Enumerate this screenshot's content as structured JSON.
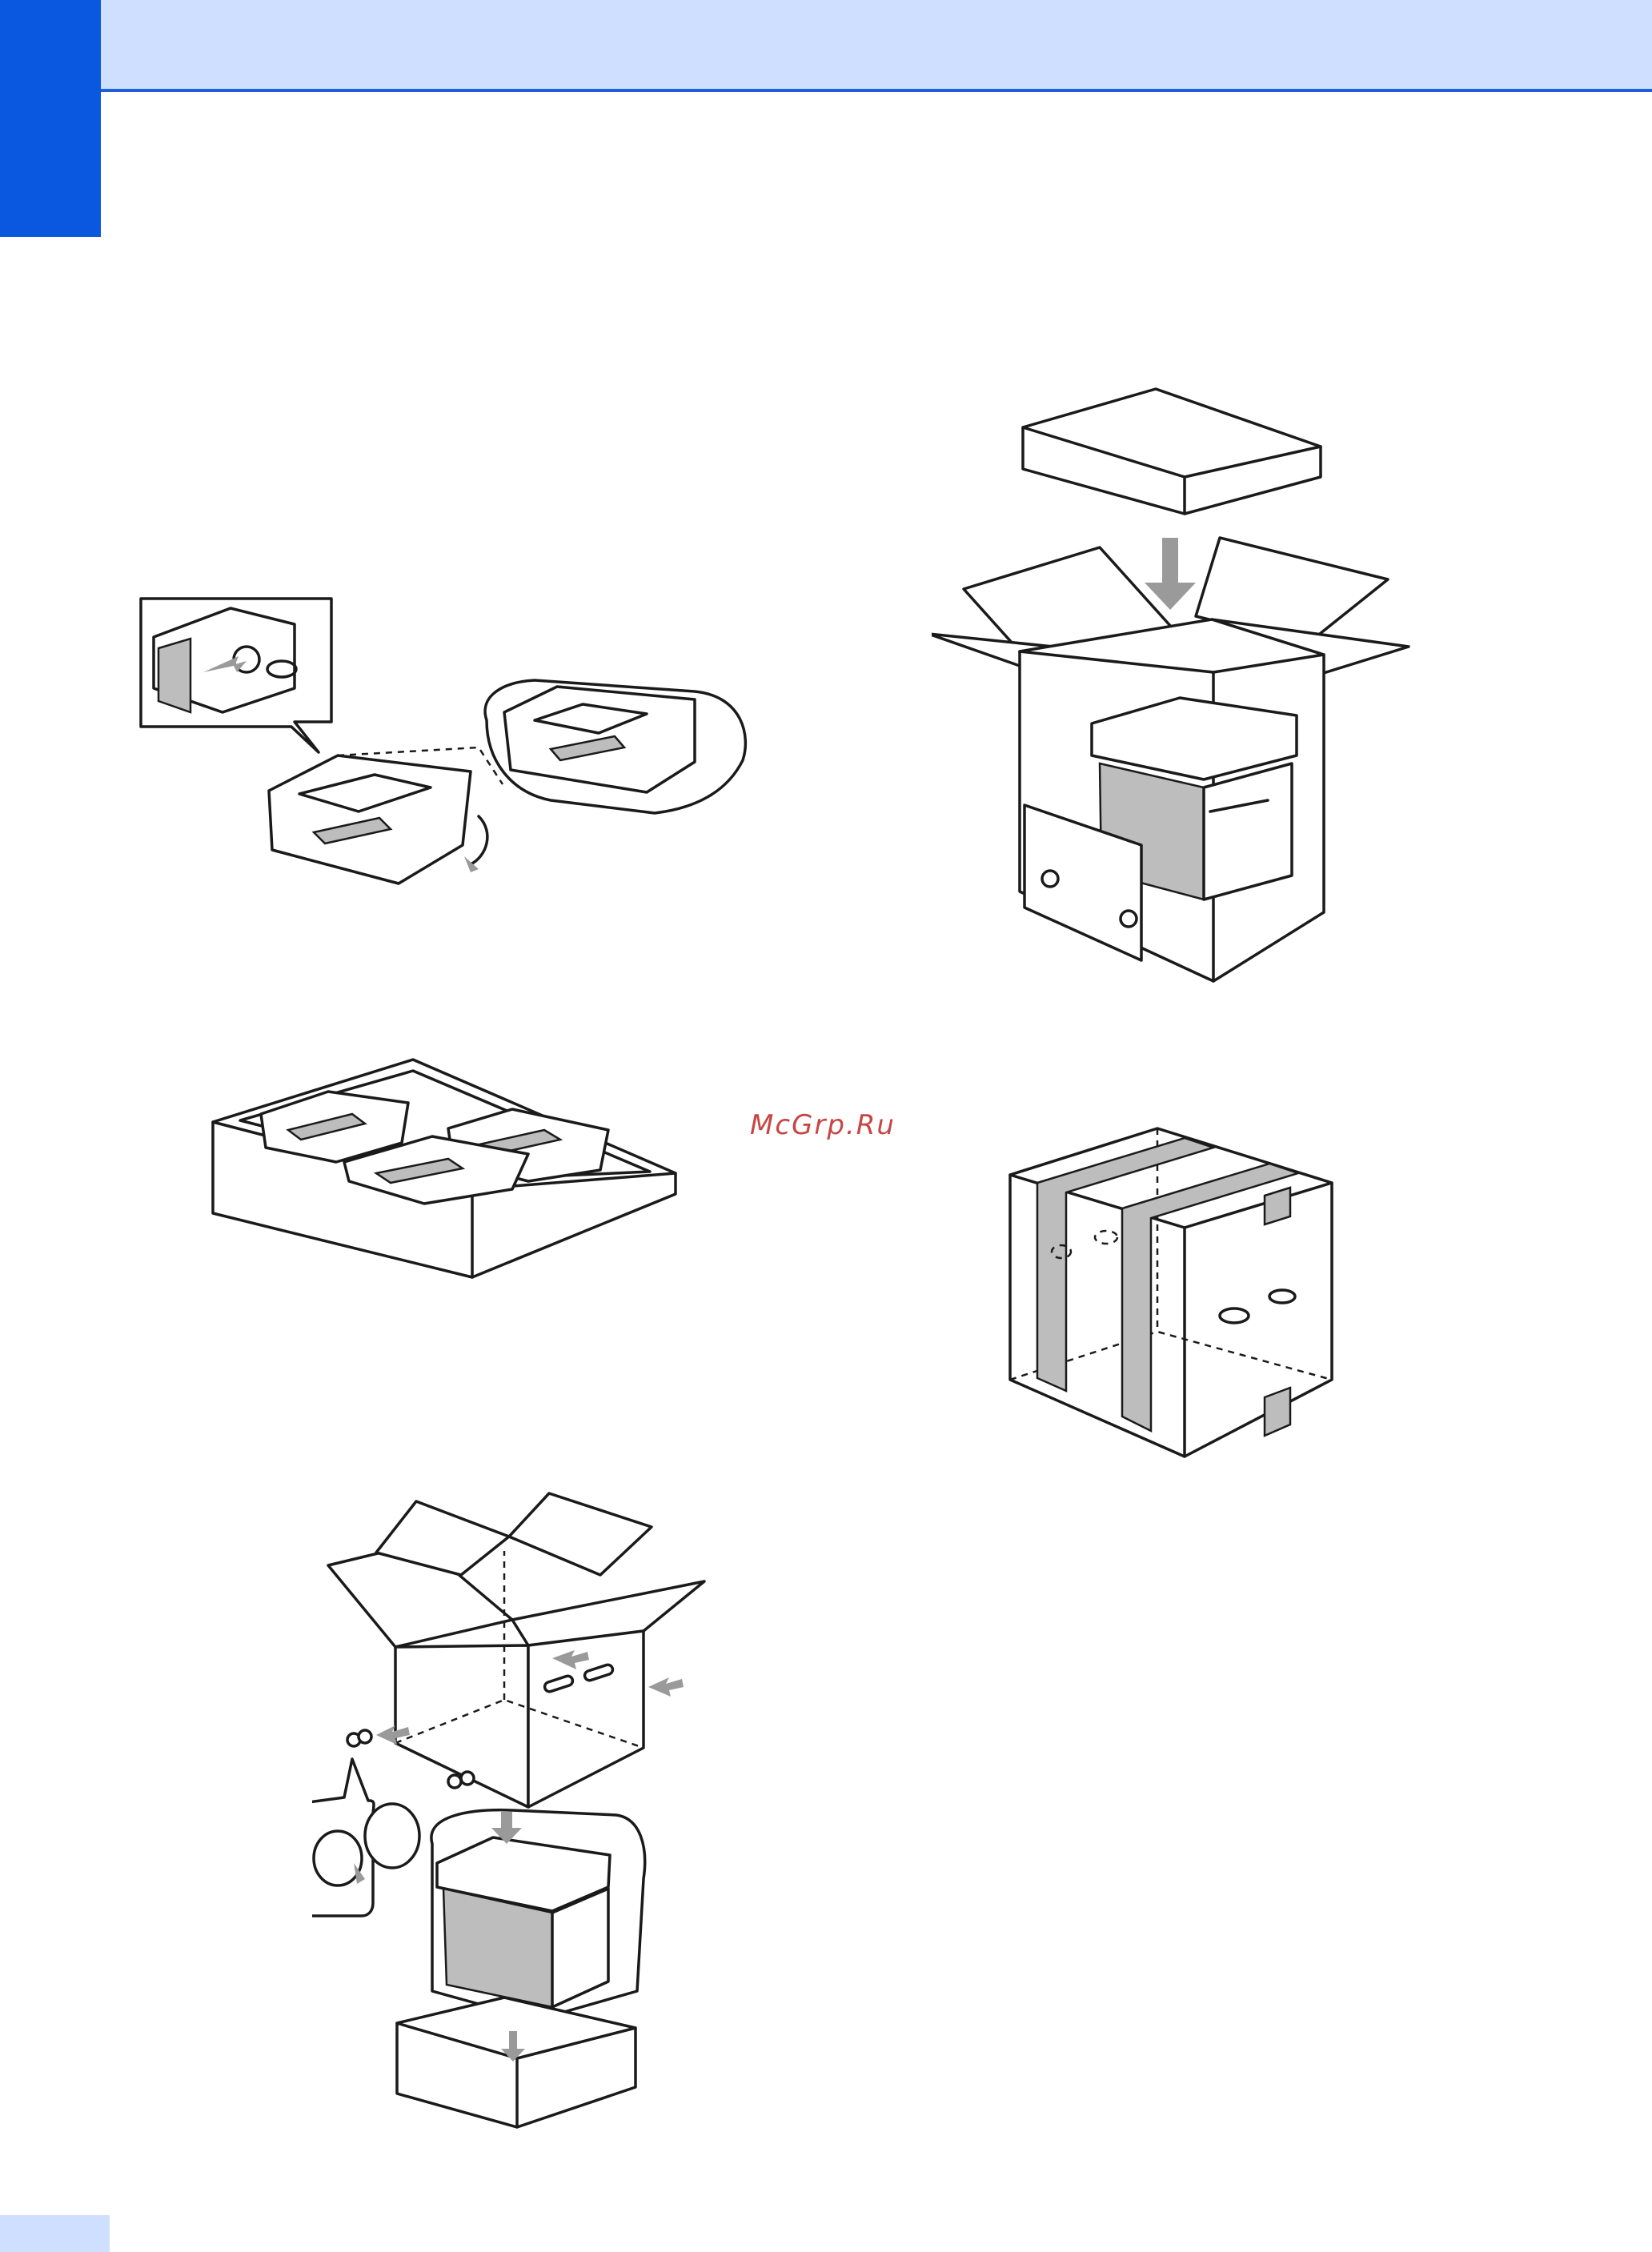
{
  "watermark": {
    "text": "McGrp.Ru",
    "color": "#c94545"
  },
  "colors": {
    "header_band": "#cfdfff",
    "header_line": "#1f5fd9",
    "side_tab": "#0a57e0"
  },
  "figures": [
    {
      "id": "toner-cartridge-bagging",
      "icon": "toner-cartridge-illustration"
    },
    {
      "id": "cartridges-in-tray",
      "icon": "packing-tray-illustration"
    },
    {
      "id": "box-over-printer",
      "icon": "carton-assembly-illustration"
    },
    {
      "id": "tray-placed-in-box",
      "icon": "carton-insert-illustration"
    },
    {
      "id": "strapped-carton",
      "icon": "strapped-box-illustration"
    }
  ]
}
